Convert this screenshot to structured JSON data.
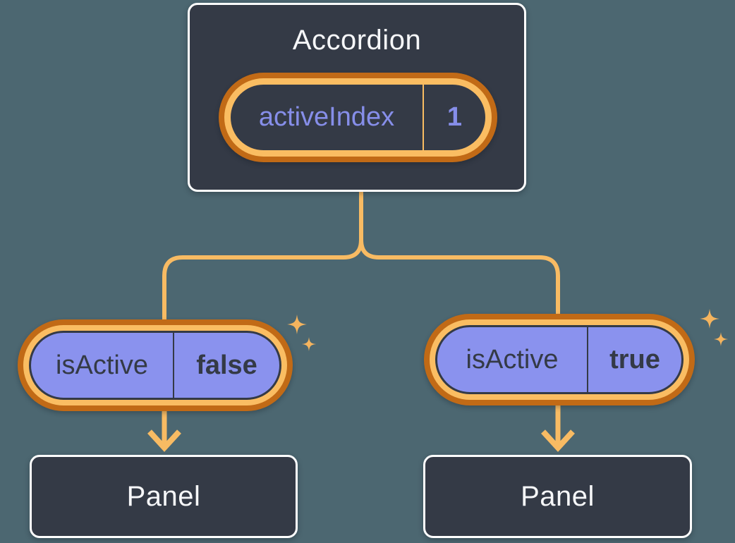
{
  "accordion": {
    "title": "Accordion",
    "state": {
      "name": "activeIndex",
      "value": "1"
    }
  },
  "children": [
    {
      "prop_name": "isActive",
      "prop_value": "false",
      "panel_title": "Panel"
    },
    {
      "prop_name": "isActive",
      "prop_value": "true",
      "panel_title": "Panel"
    }
  ],
  "icons": {
    "sparkle": "sparkle-icon",
    "arrow": "arrow-down-icon"
  },
  "colors": {
    "background": "#4C6771",
    "box_fill": "#343A46",
    "box_border": "#FFFFFF",
    "text_light": "#F6F7F9",
    "highlight_ring_outer": "#C16A16",
    "highlight_ring_inner": "#FABD62",
    "connector": "#F8BB63",
    "sparkle": "#F5B45E",
    "prop_fill": "#8A92EE",
    "prop_text": "#343A46",
    "state_text": "#868EE9"
  }
}
